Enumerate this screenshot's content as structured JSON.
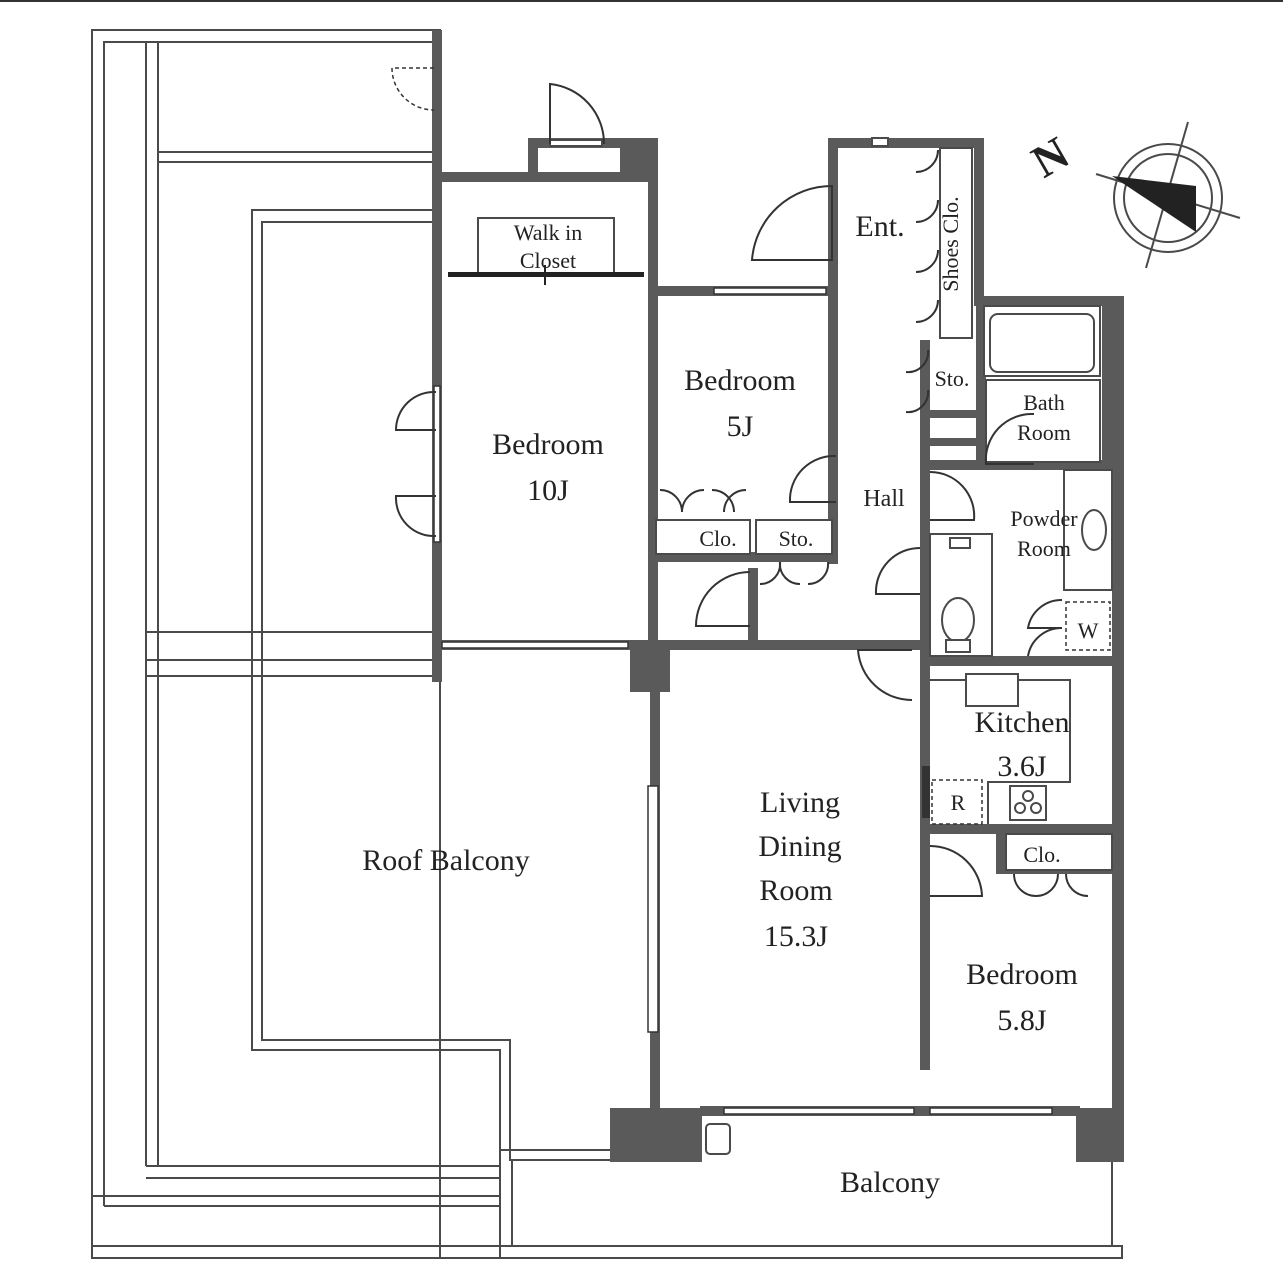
{
  "rooms": {
    "walk_in_closet": [
      "Walk in",
      "Closet"
    ],
    "bedroom_10": {
      "name": "Bedroom",
      "size": "10J"
    },
    "bedroom_5": {
      "name": "Bedroom",
      "size": "5J"
    },
    "entrance": "Ent.",
    "shoes_closet": "Shoes Clo.",
    "storage_upper": "Sto.",
    "bath_room": [
      "Bath",
      "Room"
    ],
    "hall": "Hall",
    "powder_room": [
      "Powder",
      "Room"
    ],
    "closet_bed5": "Clo.",
    "storage_hall": "Sto.",
    "washer": "W",
    "kitchen": {
      "name": "Kitchen",
      "size": "3.6J"
    },
    "refrigerator": "R",
    "living": {
      "line1": "Living",
      "line2": "Dining",
      "line3": "Room",
      "size": "15.3J"
    },
    "closet_bed58": "Clo.",
    "bedroom_58": {
      "name": "Bedroom",
      "size": "5.8J"
    },
    "roof_balcony": "Roof Balcony",
    "balcony": "Balcony"
  },
  "compass": {
    "letter": "N"
  }
}
